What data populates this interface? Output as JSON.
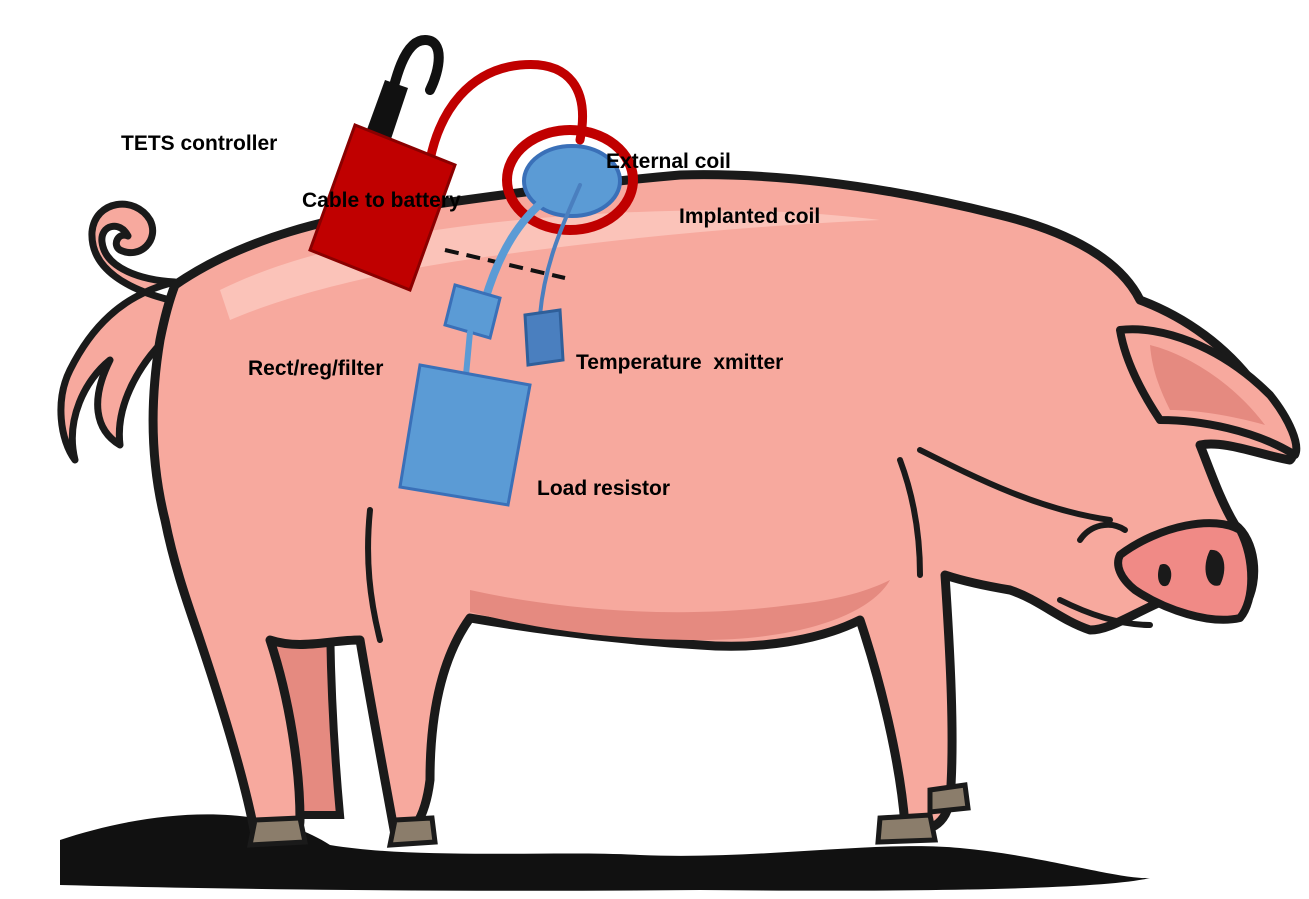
{
  "labels": {
    "tets_controller": "TETS controller",
    "external_coil": "External coil",
    "cable_to_battery": "Cable to battery",
    "implanted_coil": "Implanted coil",
    "rect_reg_filter": "Rect/reg/filter",
    "temperature_xmitter": "Temperature  xmitter",
    "load_resistor": "Load resistor"
  },
  "colors": {
    "pig_body": "#f7a99e",
    "pig_shade": "#e58a80",
    "pig_highlight": "#fbc3b9",
    "outline": "#1a1a1a",
    "shadow": "#111111",
    "hoof": "#8b7d6b",
    "controller_red": "#c00000",
    "cable_black": "#111111",
    "device_blue": "#5b9bd5",
    "device_blue_dark": "#4a7fbf",
    "device_outline": "#3a70b8"
  },
  "icons": [
    "pig-illustration",
    "tets-controller-box",
    "external-coil-ring",
    "implanted-coil-disc",
    "rect-reg-filter-box",
    "temperature-xmitter-box",
    "load-resistor-box",
    "skin-line-dashed"
  ]
}
